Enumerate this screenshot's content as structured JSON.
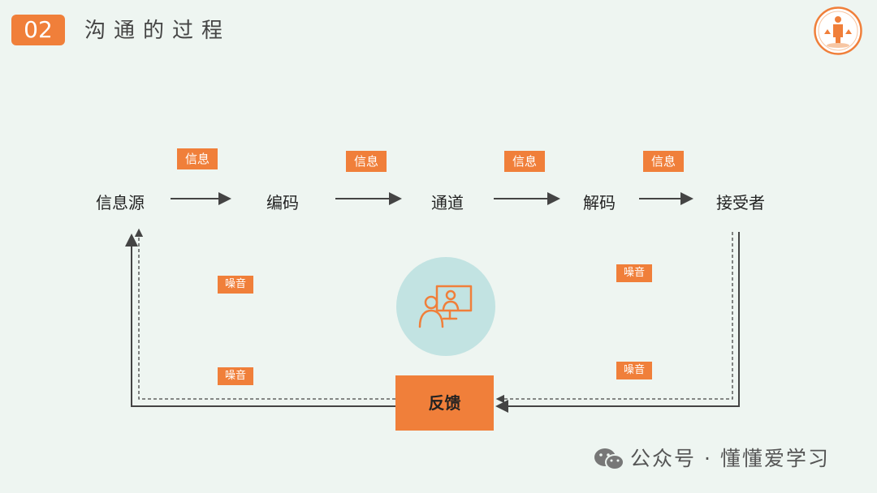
{
  "header": {
    "number": "02",
    "title": "沟通的过程"
  },
  "diagram": {
    "nodes": {
      "source": "信息源",
      "encode": "编码",
      "channel": "通道",
      "decode": "解码",
      "receiver": "接受者"
    },
    "message_labels": [
      "信息",
      "信息",
      "信息",
      "信息"
    ],
    "noise_labels": [
      "噪音",
      "噪音",
      "噪音",
      "噪音"
    ],
    "feedback": "反馈",
    "center_icon": "presentation-people-icon"
  },
  "watermark": {
    "text": "公众号 · 懂懂爱学习",
    "icon": "wechat-icon"
  },
  "colors": {
    "accent": "#f07f3a",
    "background": "#eef5f1",
    "circle": "#c2e3e2",
    "line": "#444444"
  }
}
